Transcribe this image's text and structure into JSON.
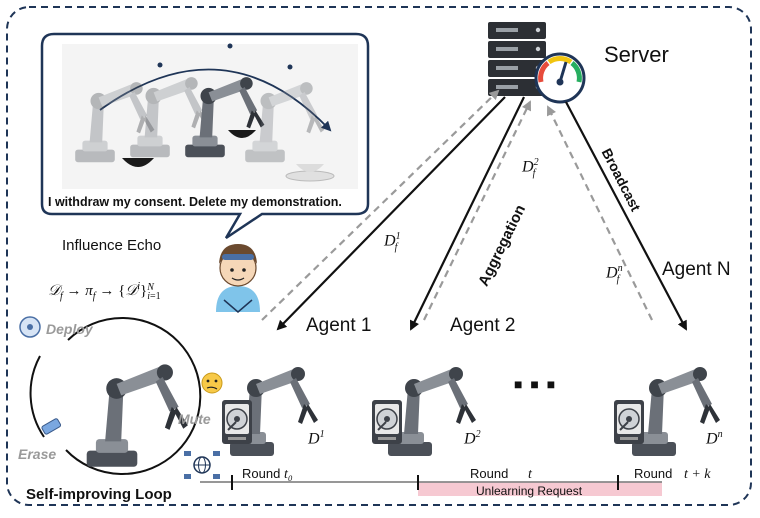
{
  "server": {
    "label": "Server"
  },
  "quote": {
    "text": "I withdraw my consent. Delete my demonstration."
  },
  "influence": {
    "title": "Influence Echo"
  },
  "edges": {
    "aggregation": "Aggregation",
    "broadcast": "Broadcast",
    "d_f1": "D",
    "d_f1_sup": "1",
    "d_f2": "D",
    "d_f2_sup": "2",
    "d_fn": "D",
    "d_fn_sup": "n",
    "sub_f": "f"
  },
  "agents": [
    {
      "label": "Agent 1",
      "data": "D",
      "data_sup": "1"
    },
    {
      "label": "Agent 2",
      "data": "D",
      "data_sup": "2"
    },
    {
      "label": "Agent N",
      "data": "D",
      "data_sup": "n"
    }
  ],
  "ellipsis": "■  ■  ■",
  "loop": {
    "title": "Self-improving Loop",
    "deploy": "Deploy",
    "erase": "Erase",
    "mute": "Mute"
  },
  "timeline": {
    "round_label": "Round",
    "rounds": [
      "t₀",
      "t",
      "t + k"
    ],
    "request": "Unlearning Request"
  },
  "colors": {
    "frame": "#1f3557",
    "dashed": "#9a9a9a",
    "request": "#f6c9d2",
    "arm": "#5a5f66"
  }
}
